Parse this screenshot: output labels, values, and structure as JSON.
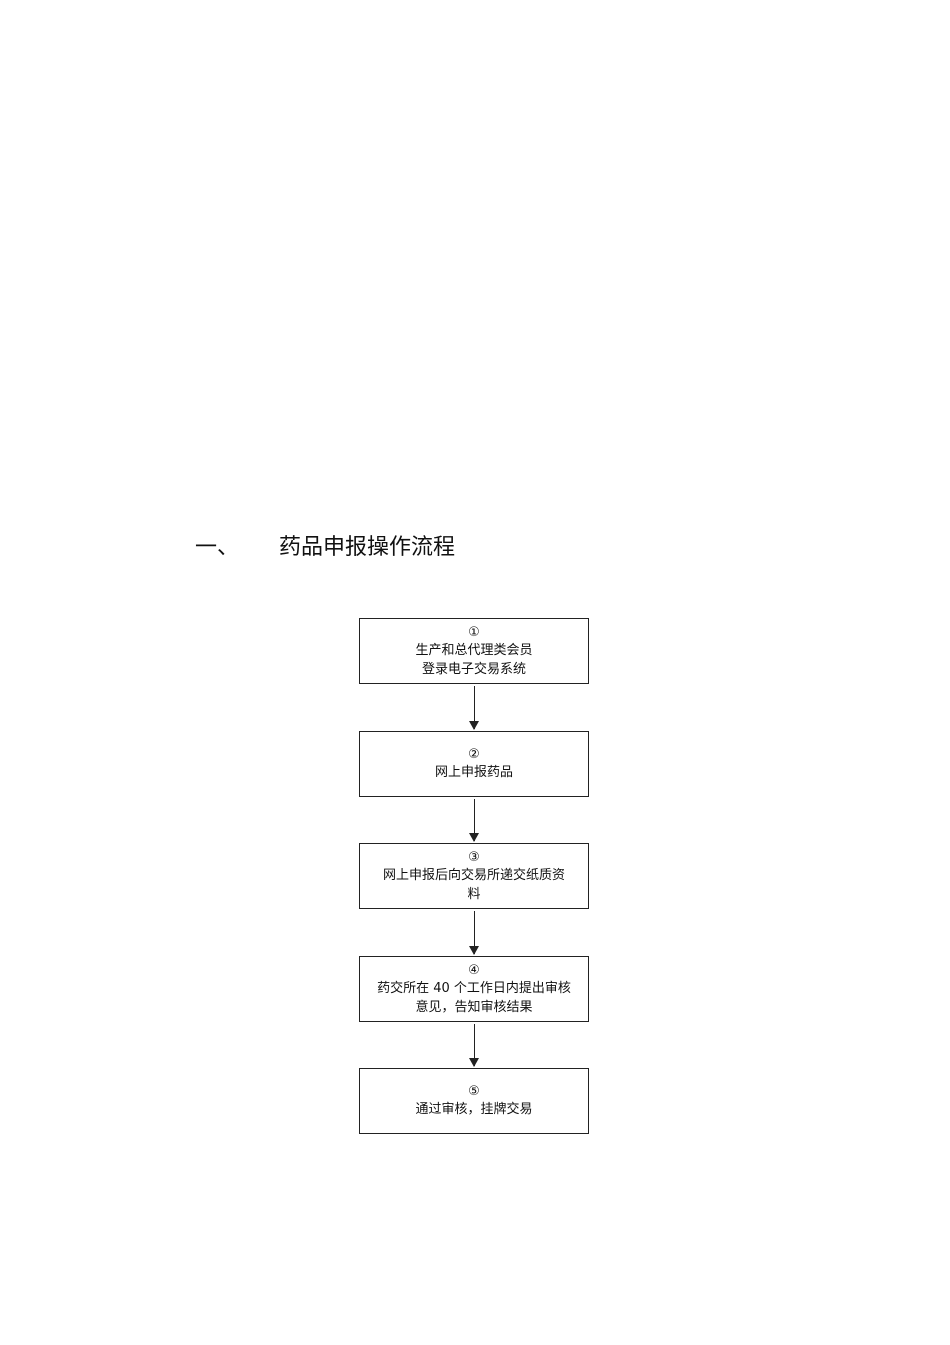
{
  "heading": {
    "number": "一、",
    "title": "药品申报操作流程"
  },
  "steps": [
    {
      "marker": "①",
      "lines": [
        "生产和总代理类会员",
        "登录电子交易系统"
      ]
    },
    {
      "marker": "②",
      "lines": [
        "网上申报药品"
      ]
    },
    {
      "marker": "③",
      "lines": [
        "网上申报后向交易所递交纸质资",
        "料"
      ]
    },
    {
      "marker": "④",
      "lines": [
        "药交所在  40 个工作日内提出审核",
        "意见，告知审核结果"
      ]
    },
    {
      "marker": "⑤",
      "lines": [
        "通过审核，挂牌交易"
      ]
    }
  ]
}
